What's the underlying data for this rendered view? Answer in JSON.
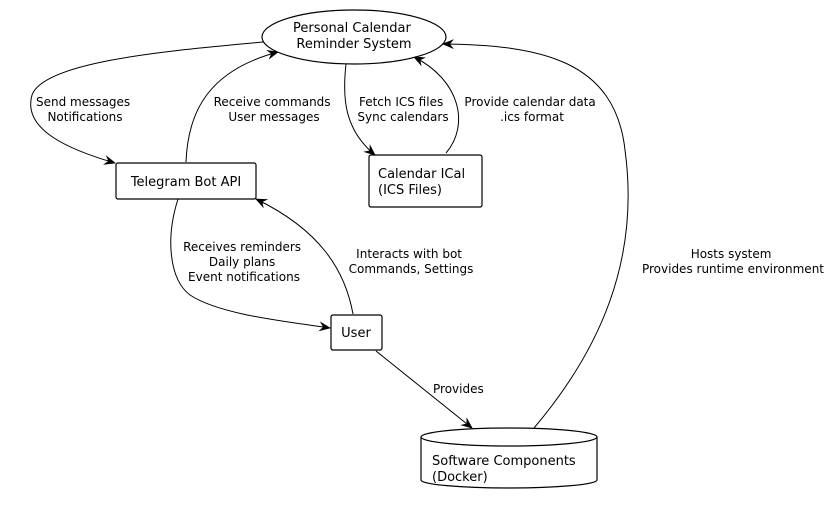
{
  "diagram": {
    "nodes": {
      "system": {
        "lines": [
          "Personal Calendar",
          "Reminder System"
        ],
        "shape": "ellipse"
      },
      "telegram": {
        "lines": [
          "Telegram Bot API"
        ],
        "shape": "box"
      },
      "calendar": {
        "lines": [
          "Calendar ICal",
          "(ICS Files)"
        ],
        "shape": "box"
      },
      "user": {
        "lines": [
          "User"
        ],
        "shape": "box"
      },
      "software": {
        "lines": [
          "Software Components",
          "(Docker)"
        ],
        "shape": "cylinder"
      }
    },
    "edges": [
      {
        "from": "system",
        "to": "telegram",
        "label": [
          "Send messages",
          "Notifications"
        ]
      },
      {
        "from": "telegram",
        "to": "system",
        "label": [
          "Receive commands",
          "User messages"
        ]
      },
      {
        "from": "system",
        "to": "calendar",
        "label": [
          "Fetch ICS files",
          "Sync calendars"
        ]
      },
      {
        "from": "calendar",
        "to": "system",
        "label": [
          "Provide calendar data",
          ".ics format"
        ]
      },
      {
        "from": "telegram",
        "to": "user",
        "label": [
          "Receives reminders",
          "Daily plans",
          "Event notifications"
        ]
      },
      {
        "from": "user",
        "to": "telegram",
        "label": [
          "Interacts with bot",
          "Commands, Settings"
        ]
      },
      {
        "from": "user",
        "to": "software",
        "label": [
          "Provides"
        ]
      },
      {
        "from": "software",
        "to": "system",
        "label": [
          "Hosts system",
          "Provides runtime environment"
        ]
      }
    ]
  }
}
